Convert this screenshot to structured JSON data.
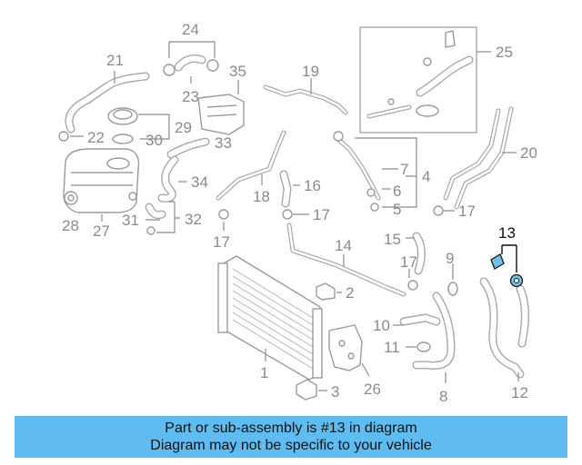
{
  "callouts": {
    "c1": "1",
    "c2": "2",
    "c3": "3",
    "c4": "4",
    "c5": "5",
    "c6": "6",
    "c7": "7",
    "c8": "8",
    "c9": "9",
    "c10": "10",
    "c11": "11",
    "c12": "12",
    "c13": "13",
    "c14": "14",
    "c15": "15",
    "c16": "16",
    "c17a": "17",
    "c17b": "17",
    "c17c": "17",
    "c17d": "17",
    "c18": "18",
    "c19": "19",
    "c20": "20",
    "c21": "21",
    "c22": "22",
    "c23": "23",
    "c24": "24",
    "c25": "25",
    "c26": "26",
    "c27": "27",
    "c28": "28",
    "c29": "29",
    "c30": "30",
    "c31": "31",
    "c32": "32",
    "c33": "33",
    "c34": "34",
    "c35": "35"
  },
  "highlight": {
    "part_number": "13",
    "color": "#6ec3ee"
  },
  "banner": {
    "line1": "Part or sub-assembly is #13 in diagram",
    "line2": "Diagram may not be specific to your vehicle",
    "background": "#5ebcf1"
  }
}
